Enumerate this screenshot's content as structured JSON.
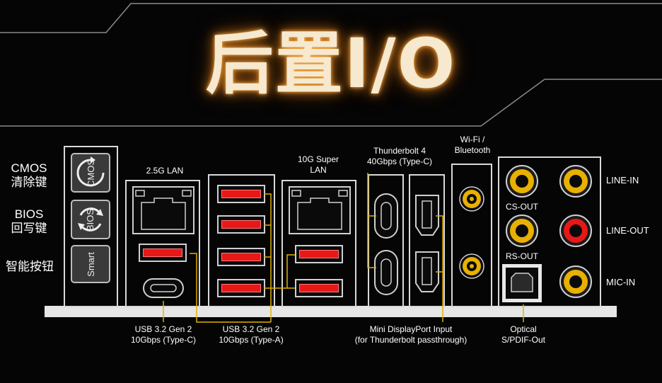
{
  "title": "后置I/O",
  "left_labels": {
    "cmos": [
      "CMOS",
      "清除键"
    ],
    "bios": [
      "BIOS",
      "回写键"
    ],
    "smart": "智能按钮"
  },
  "buttons": {
    "cmos": "CMOS",
    "bios": "BIOS",
    "smart": "Smart"
  },
  "top_labels": {
    "lan25": "2.5G LAN",
    "lan10": [
      "10G Super",
      "LAN"
    ],
    "tb": [
      "Thunderbolt 4",
      "40Gbps (Type-C)"
    ],
    "wifi": [
      "Wi-Fi /",
      "Bluetooth"
    ]
  },
  "audio_labels": {
    "cs_out": "CS-OUT",
    "rs_out": "RS-OUT",
    "line_in": "LINE-IN",
    "line_out": "LINE-OUT",
    "mic_in": "MIC-IN"
  },
  "bottom_labels": {
    "usb_c": [
      "USB 3.2 Gen 2",
      "10Gbps (Type-C)"
    ],
    "usb_a": [
      "USB 3.2 Gen 2",
      "10Gbps (Type-A)"
    ],
    "mdp": [
      "Mini DisplayPort Input",
      "(for Thunderbolt passthrough)"
    ],
    "optical": [
      "Optical",
      "S/PDIF-Out"
    ]
  },
  "colors": {
    "accent_gold": "#e0b000",
    "usb_red": "#e81818",
    "jack_yellow": "#e8b000",
    "jack_red": "#e81818"
  }
}
